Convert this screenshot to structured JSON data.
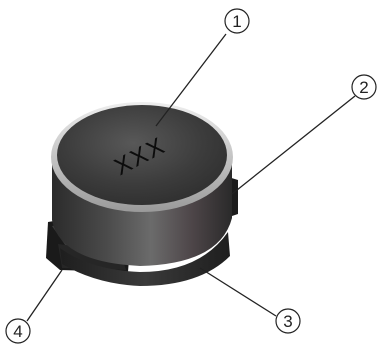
{
  "component": {
    "top_marking": "XXX"
  },
  "callouts": [
    {
      "label": "1"
    },
    {
      "label": "2"
    },
    {
      "label": "3"
    },
    {
      "label": "4"
    }
  ],
  "colors": {
    "body_dark": "#2a2a2a",
    "body_mid": "#6a6a6a",
    "top_cap": "#3a3a3a",
    "rim": "#d8d8d8",
    "leader_line": "#222222",
    "background": "#ffffff"
  }
}
